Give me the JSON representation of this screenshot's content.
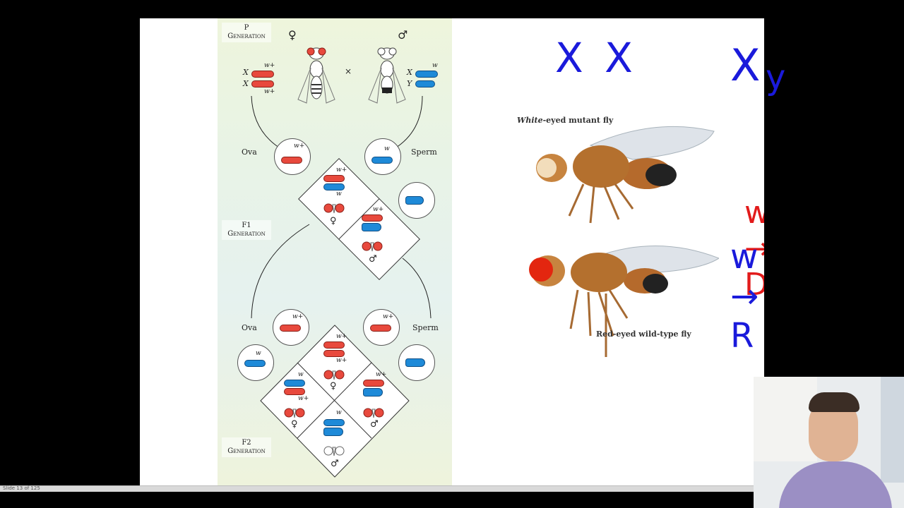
{
  "slide": {
    "diagram": {
      "generations": {
        "p": "P\nGeneration",
        "f1": "F1\nGeneration",
        "f2": "F2\nGeneration"
      },
      "female_symbol": "♀",
      "male_symbol": "♂",
      "cross_symbol": "×",
      "x_label": "X",
      "y_label": "Y",
      "w_plus": "w+",
      "w": "w",
      "ova": "Ova",
      "sperm": "Sperm"
    },
    "photo": {
      "caption_top_italic": "White",
      "caption_top_rest": "-eyed mutant fly",
      "caption_bottom": "Red-eyed wild-type fly"
    },
    "annotations": {
      "female_genotype": "X X",
      "male_genotype_x": "X",
      "male_genotype_y": "y",
      "dominant_allele": "w+ → D",
      "recessive_allele": "w → R"
    }
  },
  "status_bar": {
    "text": "Slide 13 of 125"
  },
  "colors": {
    "red": "#e8493d",
    "blue": "#1e8ad8",
    "ink_blue": "#1a1adb",
    "ink_red": "#e21b1b"
  }
}
